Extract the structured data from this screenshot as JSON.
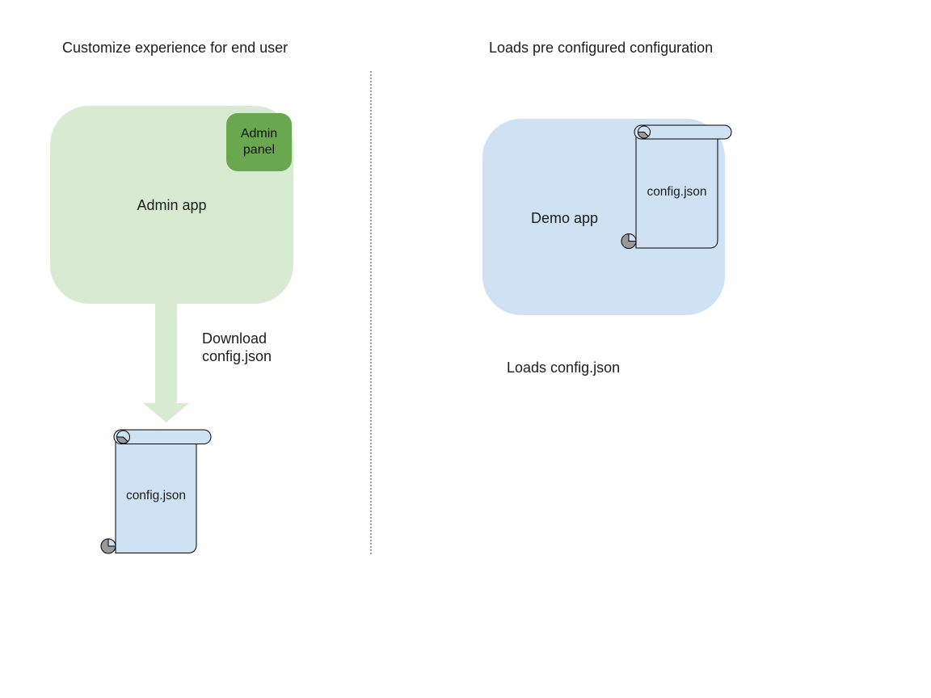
{
  "left": {
    "title": "Customize experience for end user",
    "admin_app_label": "Admin app",
    "admin_panel_label": "Admin\npanel",
    "arrow_label": "Download\nconfig.json",
    "file_label": "config.json"
  },
  "right": {
    "title": "Loads pre configured configuration",
    "demo_app_label": "Demo app",
    "file_label": "config.json",
    "caption": "Loads config.json"
  },
  "icons": {
    "left_file": "scroll-document-icon",
    "right_file": "scroll-document-icon",
    "arrow": "down-arrow-icon"
  },
  "colors": {
    "light_green": "#d9ead3",
    "dark_green": "#6aa84f",
    "light_blue": "#cfe2f3",
    "curl_gray": "#999999",
    "outline_black": "#000000",
    "divider_gray": "#999999",
    "text_dark": "#1c1c1c"
  }
}
